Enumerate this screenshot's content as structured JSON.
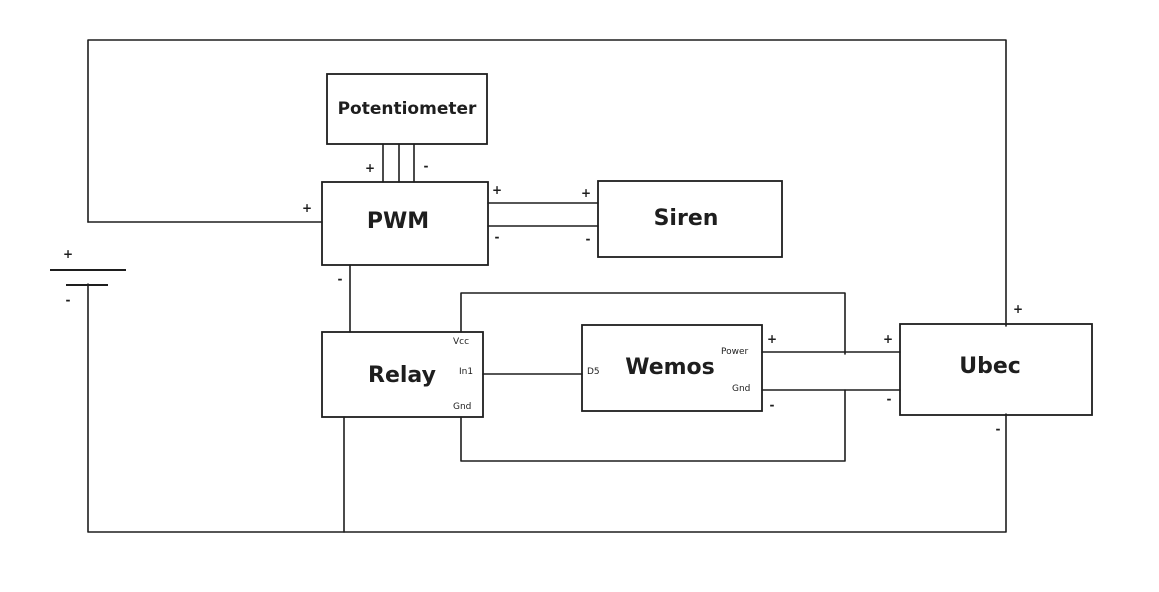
{
  "blocks": {
    "potentiometer": "Potentiometer",
    "pwm": "PWM",
    "siren": "Siren",
    "relay": "Relay",
    "wemos": "Wemos",
    "ubec": "Ubec"
  },
  "pins": {
    "relay_vcc": "Vcc",
    "relay_in1": "In1",
    "relay_gnd": "Gnd",
    "wemos_d5": "D5",
    "wemos_power": "Power",
    "wemos_gnd": "Gnd"
  },
  "signs": {
    "plus": "+",
    "minus": "-"
  }
}
